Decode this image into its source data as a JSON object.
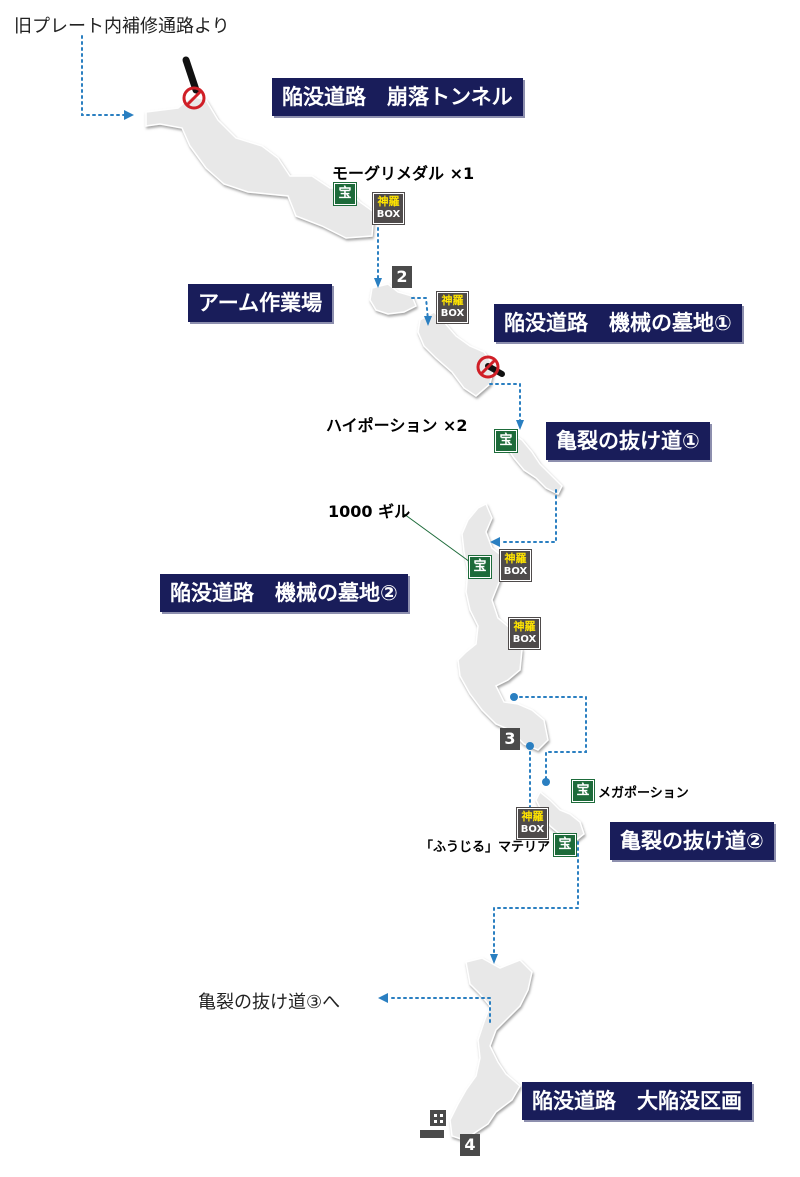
{
  "entry_label": "旧プレート内補修通路より",
  "exit_label": "亀裂の抜け道③へ",
  "areas": [
    "陥没道路　崩落トンネル",
    "アーム作業場",
    "陥没道路　機械の墓地①",
    "亀裂の抜け道①",
    "陥没道路　機械の墓地②",
    "亀裂の抜け道②",
    "陥没道路　大陥没区画"
  ],
  "items": [
    "モーグリメダル ×1",
    "ハイポーション ×2",
    "1000 ギル",
    "メガポーション",
    "「ふうじる」マテリア"
  ],
  "icons": {
    "treasure_char": "宝",
    "shinra_top": "神羅",
    "shinra_bottom": "BOX",
    "treasure_color": "#1d6b3a",
    "shinra_color": "#4f4b4b",
    "shinra_text_color": "#ffe400",
    "banner_color": "#191d5a",
    "path_color": "#2a7fc1",
    "blocked_color": "#d01f27",
    "terrain_color": "#e8e8e8"
  },
  "map_numbers": [
    "2",
    "3",
    "4"
  ]
}
